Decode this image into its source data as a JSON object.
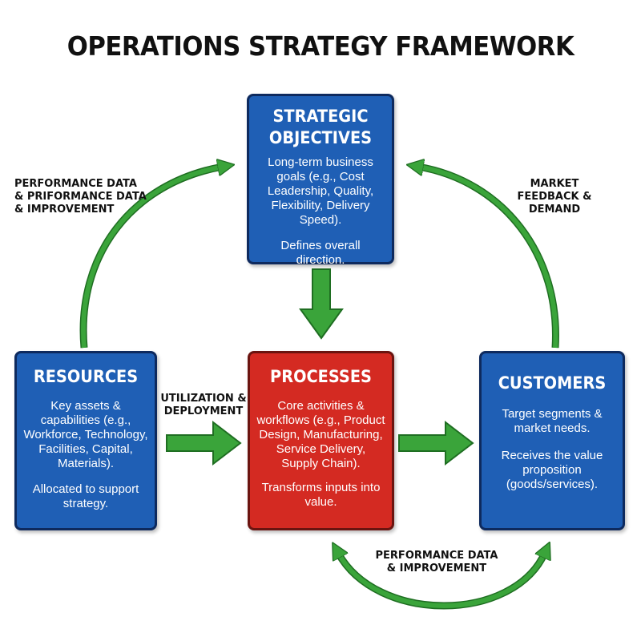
{
  "title": "OPERATIONS STRATEGY FRAMEWORK",
  "colors": {
    "blue_box": "#1f5fb5",
    "red_box": "#d42a22",
    "arrow_green": "#3aa43a"
  },
  "nodes": {
    "strategic": {
      "title_line1": "STRATEGIC",
      "title_line2": "OBJECTIVES",
      "desc": "Long-term business goals (e.g., Cost Leadership, Quality, Flexibility, Delivery Speed).",
      "note": "Defines overall direction."
    },
    "resources": {
      "title": "RESOURCES",
      "desc": "Key assets & capabilities (e.g., Workforce, Technology, Facilities, Capital, Materials).",
      "note": "Allocated to support strategy."
    },
    "processes": {
      "title": "PROCESSES",
      "desc": "Core activities & workflows (e.g., Product Design, Manufacturing, Service Delivery, Supply Chain).",
      "note": "Transforms inputs into value."
    },
    "customers": {
      "title": "CUSTOMERS",
      "desc": "Target segments & market needs.",
      "note": "Receives the value proposition (goods/services)."
    }
  },
  "edge_labels": {
    "top_left": "PERFORMANCE DATA\n& PRIFORMANCE DATA\n& IMPROVEMENT",
    "top_right": "MARKET\nFEEDBACK &\nDEMAND",
    "middle": "UTILIZATION &\nDEPLOYMENT",
    "bottom": "PERFORMANCE DATA\n& IMPROVEMENT"
  }
}
